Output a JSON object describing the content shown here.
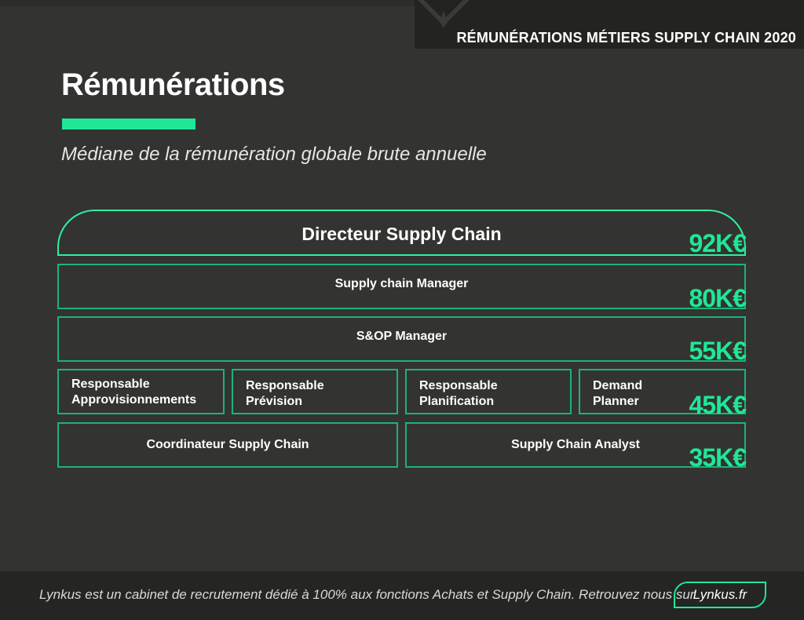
{
  "header": {
    "title": "RÉMUNÉRATIONS MÉTIERS SUPPLY CHAIN 2020",
    "logo_icon": "eagle-wings-icon"
  },
  "page": {
    "title": "Rémunérations",
    "subtitle": "Médiane de la rémunération globale brute annuelle",
    "accent_color": "#1ee896"
  },
  "levels": [
    {
      "value": "92K€",
      "roles": [
        "Directeur Supply Chain"
      ]
    },
    {
      "value": "80K€",
      "roles": [
        "Supply chain Manager"
      ]
    },
    {
      "value": "55K€",
      "roles": [
        "S&OP Manager"
      ]
    },
    {
      "value": "45K€",
      "roles": [
        "Responsable Approvisionnements",
        "Responsable Prévision",
        "Responsable Planification",
        "Demand Planner"
      ]
    },
    {
      "value": "35K€",
      "roles": [
        "Coordinateur Supply Chain",
        "Supply Chain Analyst"
      ]
    }
  ],
  "footer": {
    "text": "Lynkus est un cabinet de recrutement dédié à 100% aux fonctions Achats et Supply Chain. Retrouvez nous sur",
    "link_label": "Lynkus.fr"
  }
}
